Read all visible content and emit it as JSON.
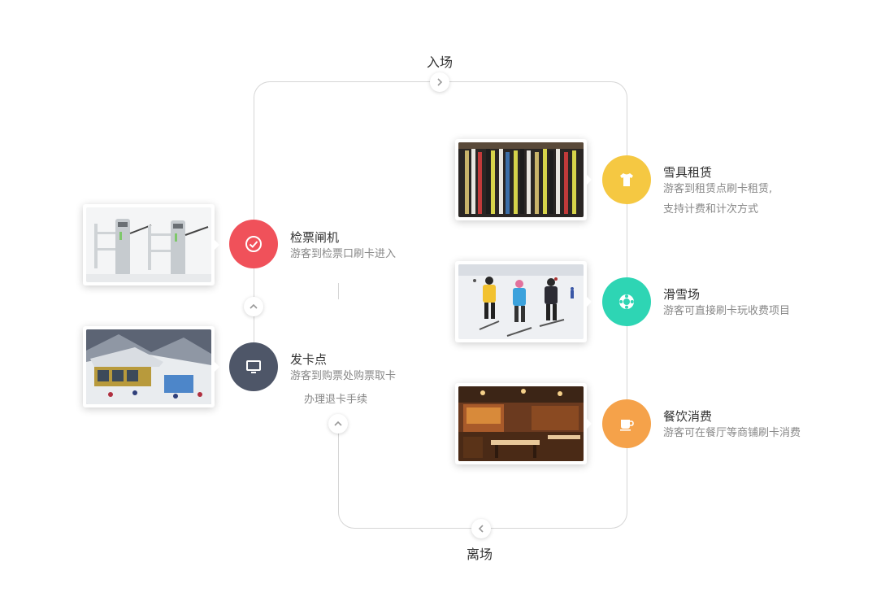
{
  "flow": {
    "entry_label": "入场",
    "exit_label": "离场"
  },
  "nodes": {
    "gate": {
      "title": "检票闸机",
      "desc_lines": [
        "游客到检票口刷卡进入"
      ],
      "color": "#f0515a",
      "icon": "check-circle-icon"
    },
    "card_point": {
      "title": "发卡点",
      "desc_lines": [
        "游客到购票处购票取卡",
        "办理退卡手续"
      ],
      "color": "#4e5668",
      "icon": "monitor-icon"
    },
    "rental": {
      "title": "雪具租赁",
      "desc_lines": [
        "游客到租赁点刷卡租赁,",
        "支持计费和计次方式"
      ],
      "color": "#f5c842",
      "icon": "tshirt-icon"
    },
    "slope": {
      "title": "滑雪场",
      "desc_lines": [
        "游客可直接刷卡玩收费项目"
      ],
      "color": "#2ed5b4",
      "icon": "lifebuoy-icon"
    },
    "dining": {
      "title": "餐饮消费",
      "desc_lines": [
        "游客可在餐厅等商铺刷卡消费"
      ],
      "color": "#f5a24a",
      "icon": "cup-icon"
    }
  }
}
